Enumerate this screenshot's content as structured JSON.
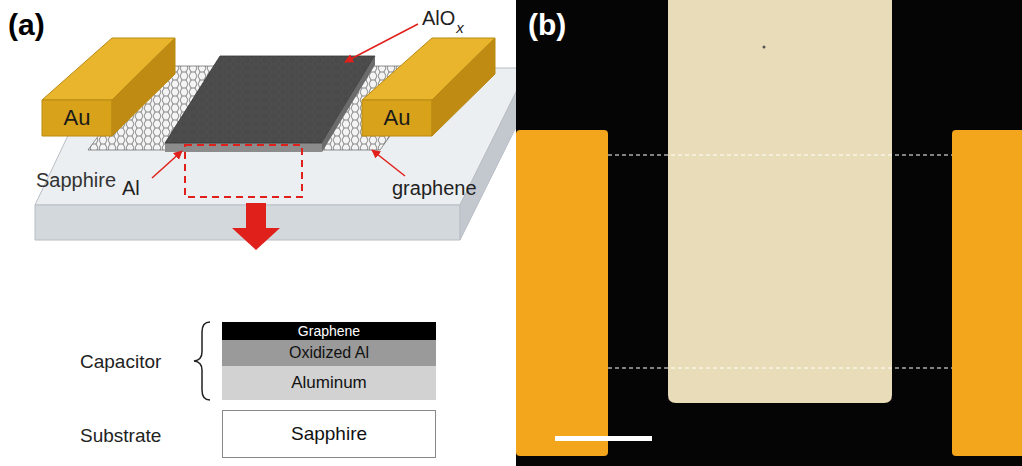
{
  "diagram": {
    "nodes": [
      {
        "text": [
          "Au"
        ]
      },
      {
        "text": [
          "Sapphire"
        ]
      },
      {
        "text": [
          "Au"
        ]
      },
      {
        "text": [
          "Graphene"
        ]
      },
      {
        "text": [
          "Oxidized Al"
        ]
      },
      {
        "text": [
          "Aluminum"
        ]
      },
      {
        "text": [
          "Sapphire"
        ]
      }
    ],
    "labels": [
      "(a)",
      "AlO",
      "x",
      "Al",
      "graphene",
      "Capacitor",
      "Substrate",
      "(b)"
    ]
  }
}
